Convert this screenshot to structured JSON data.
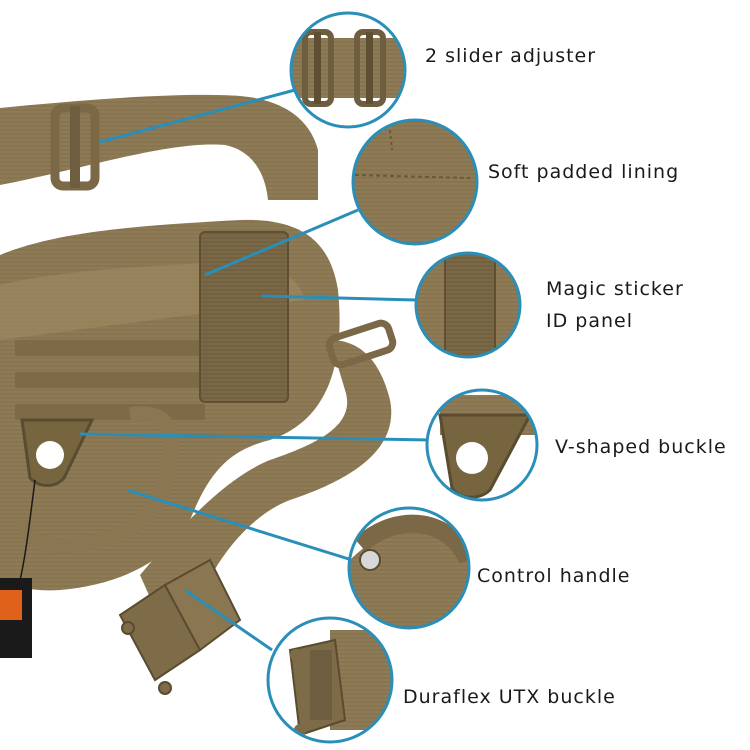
{
  "colors": {
    "fabric": "#8e7a55",
    "fabric_dark": "#6e5d3f",
    "fabric_light": "#a8946c",
    "callout_ring": "#2a8fb8",
    "callout_line": "#2a8fb8",
    "tag_orange": "#e0621a",
    "tag_black": "#1a1a1a"
  },
  "callouts": [
    {
      "id": "slider-adjuster",
      "label": "2 slider adjuster",
      "icon": "slider-adjuster-detail"
    },
    {
      "id": "padded-lining",
      "label": "Soft padded lining",
      "icon": "padded-lining-detail"
    },
    {
      "id": "id-panel",
      "label_line1": "Magic sticker",
      "label_line2": "ID panel",
      "icon": "id-panel-detail"
    },
    {
      "id": "v-buckle",
      "label": "V-shaped buckle",
      "icon": "v-ring-detail"
    },
    {
      "id": "control-handle",
      "label": "Control handle",
      "icon": "handle-detail"
    },
    {
      "id": "utx-buckle",
      "label": "Duraflex UTX buckle",
      "icon": "side-release-buckle-detail"
    }
  ]
}
